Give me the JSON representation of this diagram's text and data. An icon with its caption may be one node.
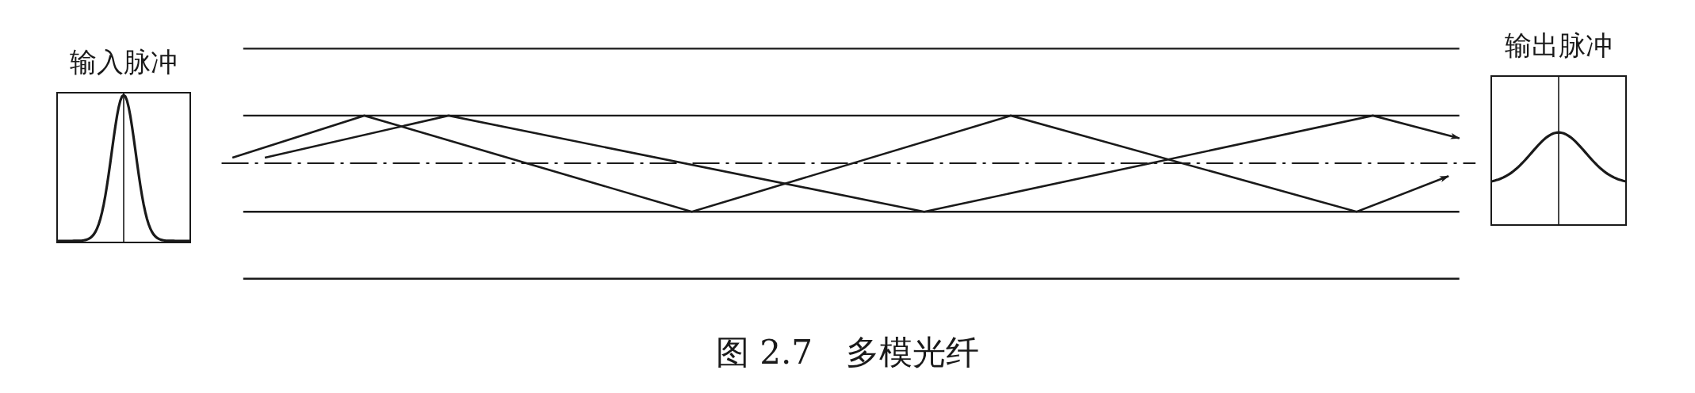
{
  "diagram": {
    "nodes": [
      {
        "text": [
          "输入脉冲"
        ]
      },
      {
        "text": [
          "输出脉冲"
        ]
      }
    ],
    "caption": "图 2.7　多模光纤"
  }
}
